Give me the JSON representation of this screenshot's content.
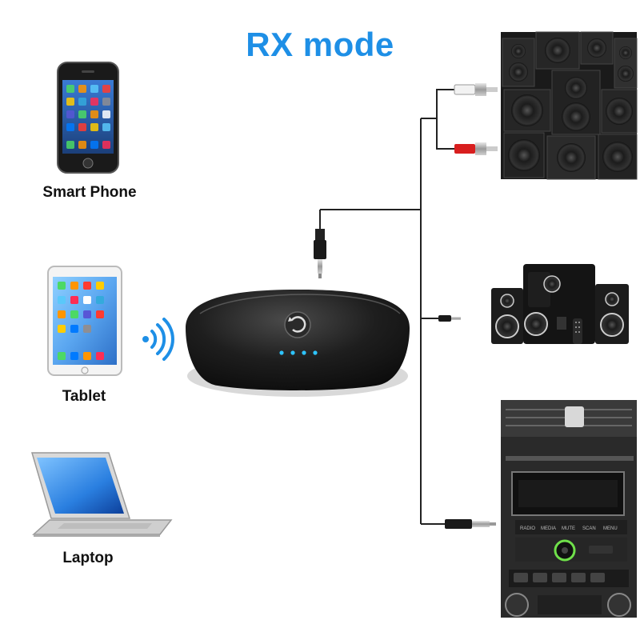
{
  "title": "RX mode",
  "sources": [
    {
      "id": "phone",
      "label": "Smart Phone",
      "icon": "smartphone-icon"
    },
    {
      "id": "tablet",
      "label": "Tablet",
      "icon": "tablet-icon"
    },
    {
      "id": "laptop",
      "label": "Laptop",
      "icon": "laptop-icon"
    }
  ],
  "receiver": {
    "icon": "bluetooth-receiver-icon",
    "wireless_icon": "wireless-signal-icon"
  },
  "outputs": [
    {
      "id": "speaker-stack",
      "icon": "speaker-stack-icon"
    },
    {
      "id": "home-theater",
      "icon": "home-theater-speakers-icon"
    },
    {
      "id": "car-stereo",
      "icon": "car-stereo-icon"
    }
  ],
  "car_stereo_buttons": [
    "RADIO",
    "MEDIA",
    "MUTE",
    "SCAN",
    "MENU"
  ],
  "colors": {
    "title": "#1e8fe6",
    "led": "#2ec4ff",
    "cable": "#222222",
    "rca_red": "#d81e1e",
    "rca_white": "#f2f2f2"
  }
}
